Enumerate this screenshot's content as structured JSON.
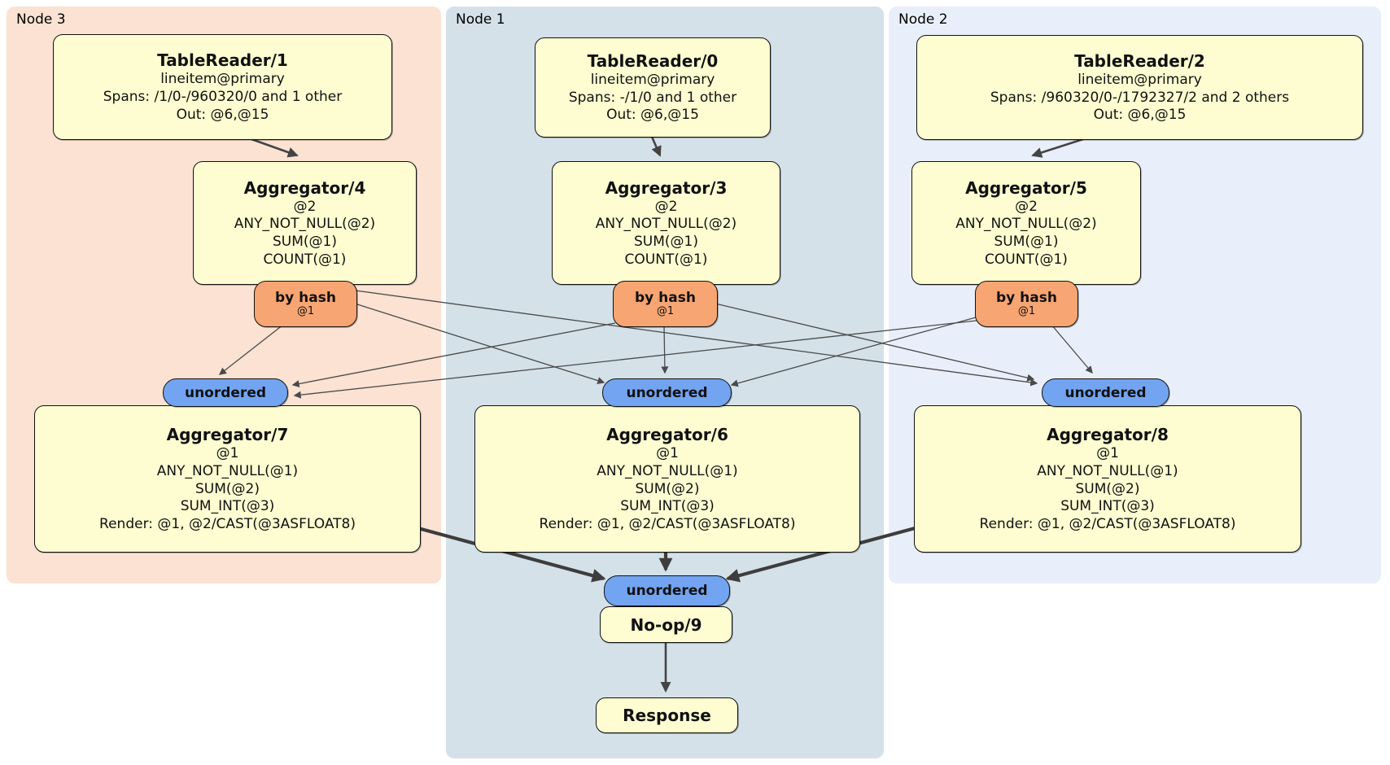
{
  "panels": [
    {
      "label": "Node 3"
    },
    {
      "label": "Node 1"
    },
    {
      "label": "Node 2"
    }
  ],
  "processors": {
    "tablereader1": {
      "title": "TableReader/1",
      "lines": [
        "lineitem@primary",
        "Spans: /1/0-/960320/0 and 1 other",
        "Out: @6,@15"
      ]
    },
    "tablereader0": {
      "title": "TableReader/0",
      "lines": [
        "lineitem@primary",
        "Spans: -/1/0 and 1 other",
        "Out: @6,@15"
      ]
    },
    "tablereader2": {
      "title": "TableReader/2",
      "lines": [
        "lineitem@primary",
        "Spans: /960320/0-/1792327/2 and 2 others",
        "Out: @6,@15"
      ]
    },
    "aggregator4": {
      "title": "Aggregator/4",
      "lines": [
        "@2",
        "ANY_NOT_NULL(@2)",
        "SUM(@1)",
        "COUNT(@1)"
      ]
    },
    "aggregator3": {
      "title": "Aggregator/3",
      "lines": [
        "@2",
        "ANY_NOT_NULL(@2)",
        "SUM(@1)",
        "COUNT(@1)"
      ]
    },
    "aggregator5": {
      "title": "Aggregator/5",
      "lines": [
        "@2",
        "ANY_NOT_NULL(@2)",
        "SUM(@1)",
        "COUNT(@1)"
      ]
    },
    "aggregator7": {
      "title": "Aggregator/7",
      "lines": [
        "@1",
        "ANY_NOT_NULL(@1)",
        "SUM(@2)",
        "SUM_INT(@3)",
        "Render: @1, @2/CAST(@3ASFLOAT8)"
      ]
    },
    "aggregator6": {
      "title": "Aggregator/6",
      "lines": [
        "@1",
        "ANY_NOT_NULL(@1)",
        "SUM(@2)",
        "SUM_INT(@3)",
        "Render: @1, @2/CAST(@3ASFLOAT8)"
      ]
    },
    "aggregator8": {
      "title": "Aggregator/8",
      "lines": [
        "@1",
        "ANY_NOT_NULL(@1)",
        "SUM(@2)",
        "SUM_INT(@3)",
        "Render: @1, @2/CAST(@3ASFLOAT8)"
      ]
    },
    "noop9": {
      "title": "No-op/9"
    },
    "response": {
      "title": "Response"
    }
  },
  "routers": {
    "hash4": {
      "label": "by hash",
      "key": "@1"
    },
    "hash3": {
      "label": "by hash",
      "key": "@1"
    },
    "hash5": {
      "label": "by hash",
      "key": "@1"
    }
  },
  "streams": {
    "unordered": "unordered"
  },
  "colors": {
    "node3_bg": "#fbe2d2",
    "node1_bg": "#d4e1e9",
    "node2_bg": "#e9effa",
    "processor_fill": "#fdfdd1",
    "router_fill": "#f7a572",
    "stream_fill": "#72a4f1",
    "edge": "#4a4a4a"
  }
}
